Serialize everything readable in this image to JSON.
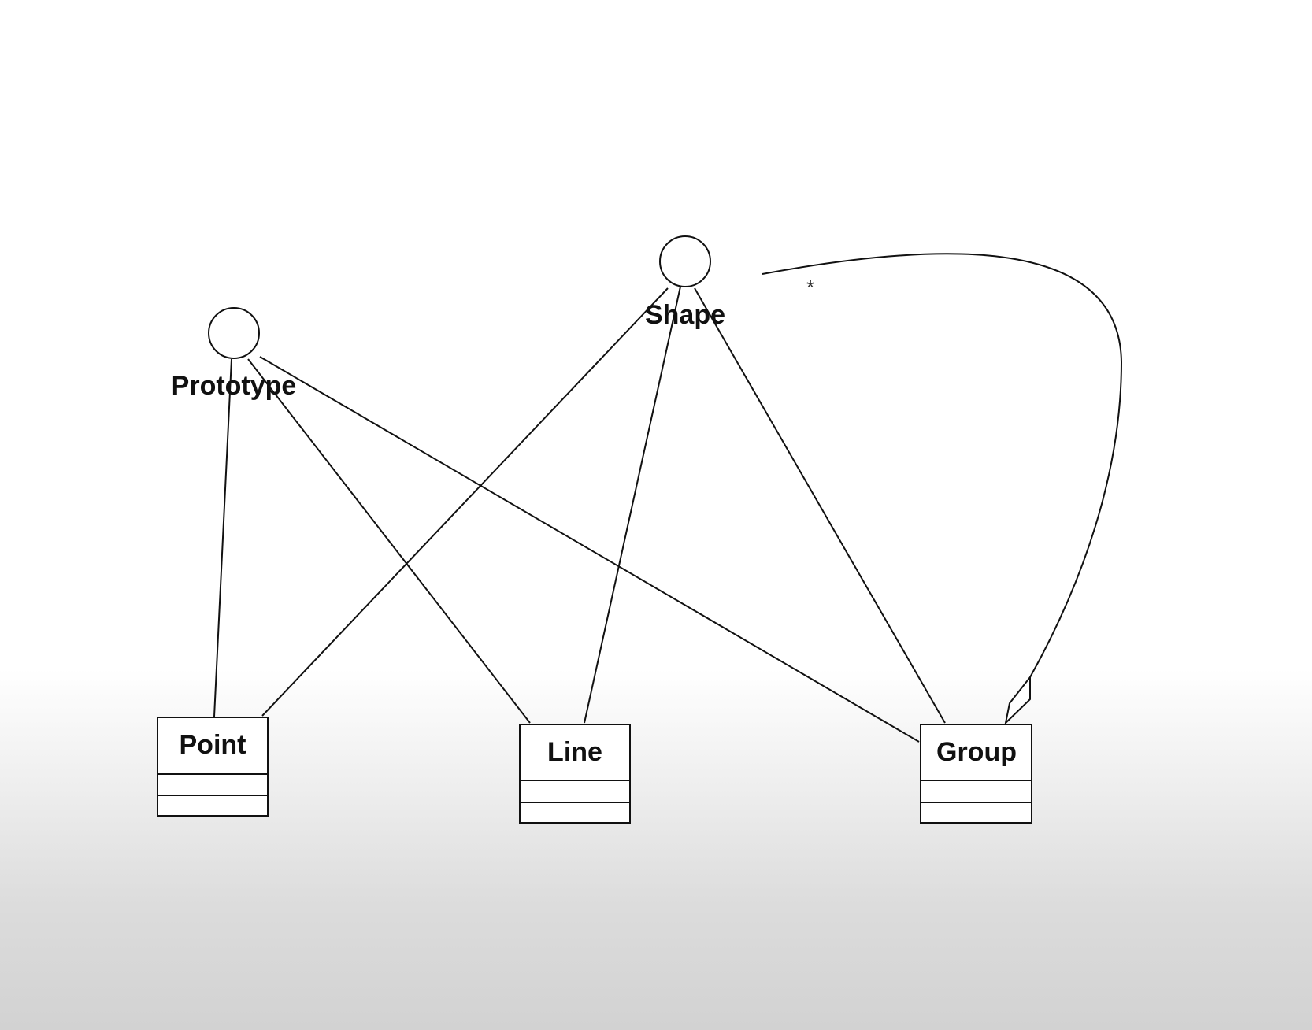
{
  "diagram": {
    "interfaces": {
      "prototype": {
        "label": "Prototype"
      },
      "shape": {
        "label": "Shape"
      }
    },
    "classes": {
      "point": {
        "label": "Point"
      },
      "line": {
        "label": "Line"
      },
      "group": {
        "label": "Group"
      }
    },
    "composition": {
      "multiplicity": "*"
    }
  }
}
